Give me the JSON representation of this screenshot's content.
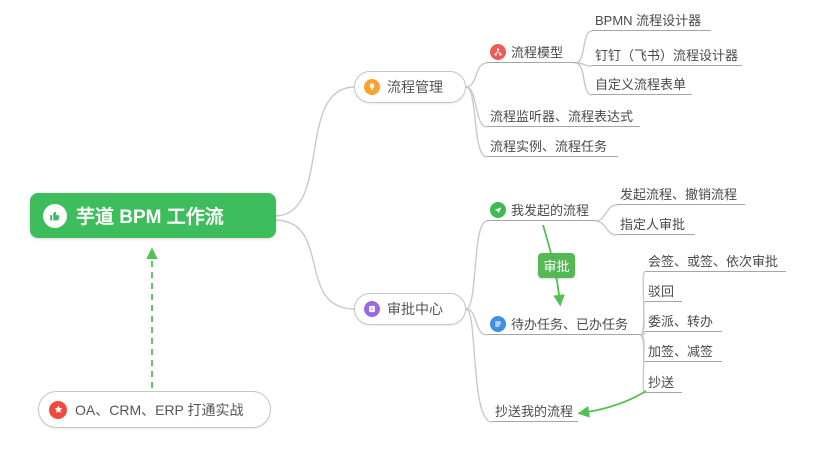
{
  "root": {
    "label": "芋道 BPM 工作流"
  },
  "process": {
    "label": "流程管理",
    "model": {
      "label": "流程模型"
    },
    "bpmn": {
      "label": "BPMN 流程设计器"
    },
    "dingtalk": {
      "label": "钉钉（飞书）流程设计器"
    },
    "custom_form": {
      "label": "自定义流程表单"
    },
    "listener": {
      "label": "流程监听器、流程表达式"
    },
    "instance": {
      "label": "流程实例、流程任务"
    }
  },
  "approval": {
    "label": "审批中心",
    "my_initiated": {
      "label": "我发起的流程"
    },
    "initiate_cancel": {
      "label": "发起流程、撤销流程"
    },
    "assignee": {
      "label": "指定人审批"
    },
    "tag": {
      "label": "审批"
    },
    "todo_done": {
      "label": "待办任务、已办任务"
    },
    "countersign": {
      "label": "会签、或签、依次审批"
    },
    "reject": {
      "label": "驳回"
    },
    "delegate": {
      "label": "委派、转办"
    },
    "add_sign": {
      "label": "加签、减签"
    },
    "cc": {
      "label": "抄送"
    },
    "cc_my": {
      "label": "抄送我的流程"
    }
  },
  "practice": {
    "label": "OA、CRM、ERP 打通实战"
  },
  "colors": {
    "root_bg": "#3dbd5b",
    "process_icon_bg": "#f7a32d",
    "model_icon_bg": "#ef5b56",
    "approval_icon_bg": "#9a68e0",
    "my_initiated_icon_bg": "#3cba54",
    "todo_icon_bg": "#3f8fe8",
    "practice_icon_bg": "#f04a3e",
    "tag_bg": "#55b855",
    "arrow_green": "#52c152",
    "connector_gray": "#c9c9c9"
  }
}
